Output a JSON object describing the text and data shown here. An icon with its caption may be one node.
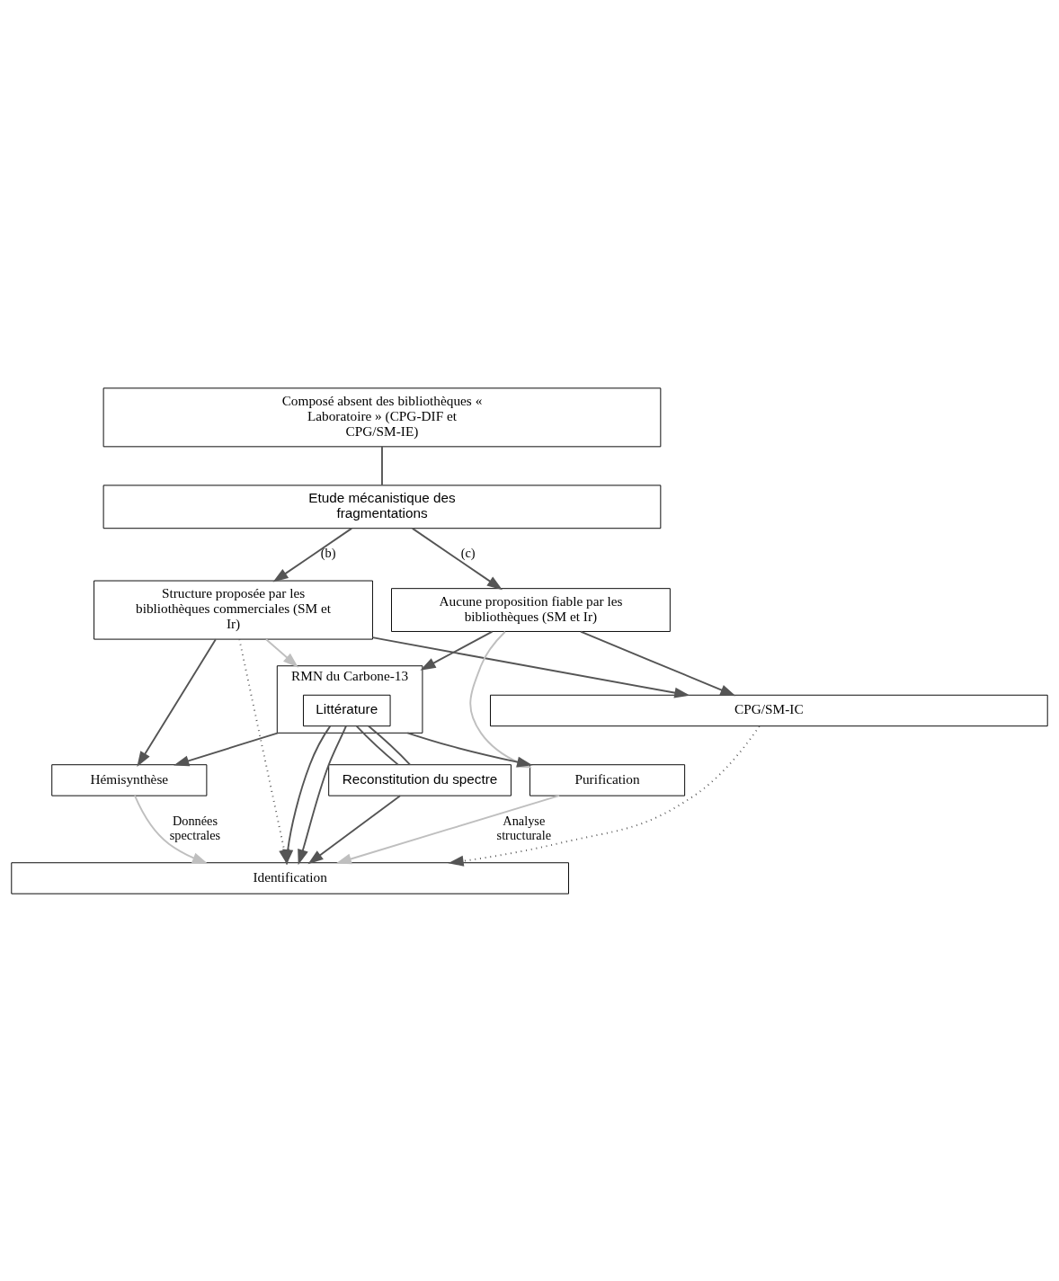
{
  "diagram": {
    "nodes": [
      {
        "text": [
          "Composé absent des bibliothèques « Laboratoire » (CPG-DIF et CPG/SM-IE)"
        ]
      },
      {
        "text": [
          "Etude mécanistique des fragmentations"
        ]
      },
      {
        "text": [
          "Structure proposée par les bibliothèques commerciales (SM et Ir)"
        ]
      },
      {
        "text": [
          "Aucune proposition fiable par les bibliothèques (SM et Ir)"
        ]
      },
      {
        "text": [
          "CPG/SM-IC"
        ]
      },
      {
        "text": [
          "RMN du Carbone-13"
        ]
      },
      {
        "text": [
          "Littérature"
        ],
        "in": 5
      },
      {
        "text": [
          "Reconstitution du spectre"
        ]
      },
      {
        "text": [
          "Hémisynthèse"
        ]
      },
      {
        "text": [
          "Purification"
        ]
      },
      {
        "text": [
          "Identification"
        ]
      }
    ],
    "edges": [
      {
        "from": 0,
        "to": 1,
        "arrow": "none"
      },
      {
        "from": 1,
        "to": 2,
        "arrow": "to",
        "label": "(b)"
      },
      {
        "from": 1,
        "to": 3,
        "arrow": "to",
        "label": "(c)"
      },
      {
        "from": 2,
        "to": 10,
        "arrow": "to",
        "style": "dashed"
      },
      {
        "from": 2,
        "to": 4,
        "arrow": "to"
      },
      {
        "from": 2,
        "to": 8,
        "arrow": "to"
      },
      {
        "from": 2,
        "to": 5,
        "arrow": "to",
        "color": "#bfbfbf"
      },
      {
        "from": 3,
        "to": 5,
        "arrow": "to"
      },
      {
        "from": 3,
        "to": 4,
        "arrow": "to"
      },
      {
        "from": 3,
        "to": 9,
        "arrow": "to",
        "color": "#bfbfbf"
      },
      {
        "from": 4,
        "to": 10,
        "arrow": "to",
        "style": "dashed"
      },
      {
        "from": 5,
        "to": 8,
        "arrow": "to"
      },
      {
        "from": 6,
        "to": 10,
        "arrow": "to"
      },
      {
        "from": 6,
        "to": 7,
        "arrow": "none"
      },
      {
        "from": 6,
        "to": 7,
        "arrow": "none"
      },
      {
        "from": 6,
        "to": 10,
        "arrow": "to"
      },
      {
        "from": 5,
        "to": 9,
        "arrow": "to"
      },
      {
        "from": 7,
        "to": 10,
        "arrow": "to"
      },
      {
        "from": 8,
        "to": 10,
        "arrow": "to",
        "label": "Données spectrales",
        "color": "#bfbfbf"
      },
      {
        "from": 9,
        "to": 10,
        "arrow": "to",
        "label": "Analyse structurale",
        "color": "#bfbfbf"
      }
    ]
  }
}
